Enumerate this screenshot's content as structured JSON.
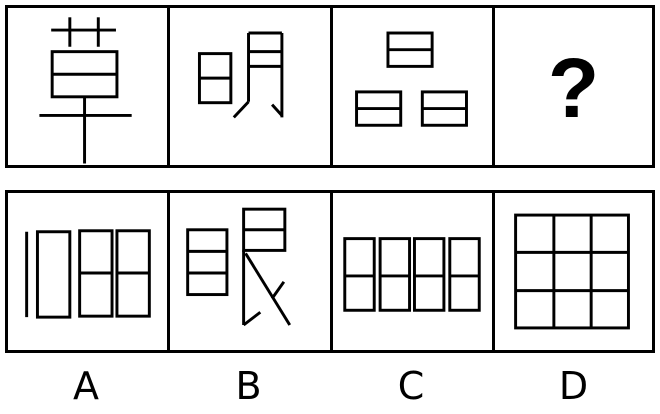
{
  "question": {
    "panels": [
      {
        "id": "q1",
        "figure": "草-character-strokes"
      },
      {
        "id": "q2",
        "figure": "明-character-strokes"
      },
      {
        "id": "q3",
        "figure": "品-three-boxes-each-split"
      },
      {
        "id": "q4",
        "figure": "question-mark",
        "text": "?"
      }
    ]
  },
  "options": {
    "panels": [
      {
        "id": "A",
        "figure": "bar-plus-rectangle-plus-two-split-boxes"
      },
      {
        "id": "B",
        "figure": "眼-character-strokes"
      },
      {
        "id": "C",
        "figure": "four-split-boxes"
      },
      {
        "id": "D",
        "figure": "3x3-grid"
      }
    ],
    "labels": [
      "A",
      "B",
      "C",
      "D"
    ]
  },
  "colors": {
    "stroke": "#000000",
    "background": "#ffffff"
  }
}
